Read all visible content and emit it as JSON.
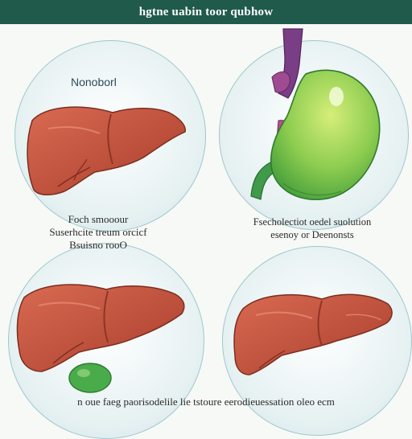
{
  "header": {
    "title": "hgtne uabin toor qubhow"
  },
  "panels": {
    "top_left": {
      "tag": "Nonoborl"
    },
    "top_left_caption": {
      "line1": "Foch smooour",
      "line2": "Suserhcite treum orcicf",
      "line3": "Bsuisno rooO"
    },
    "top_right_caption": {
      "line1": "Fsecholectiot oedel suolution",
      "line2": "esenoy or Deenonsts"
    },
    "footer_caption": "n oue faeg paorisodelile lie tstoure eerodieuessation oleo ecm"
  },
  "colors": {
    "header_bg": "#1f5a4a",
    "liver": "#c8503a",
    "liver_light": "#d96a52",
    "liver_dark": "#8f3526",
    "gallbladder": "#5fb84a",
    "gallbladder_light": "#b8e070",
    "duct_green": "#3f9a4a",
    "duct_purple": "#7a3e86",
    "circle_border": "#9fc7cc"
  }
}
